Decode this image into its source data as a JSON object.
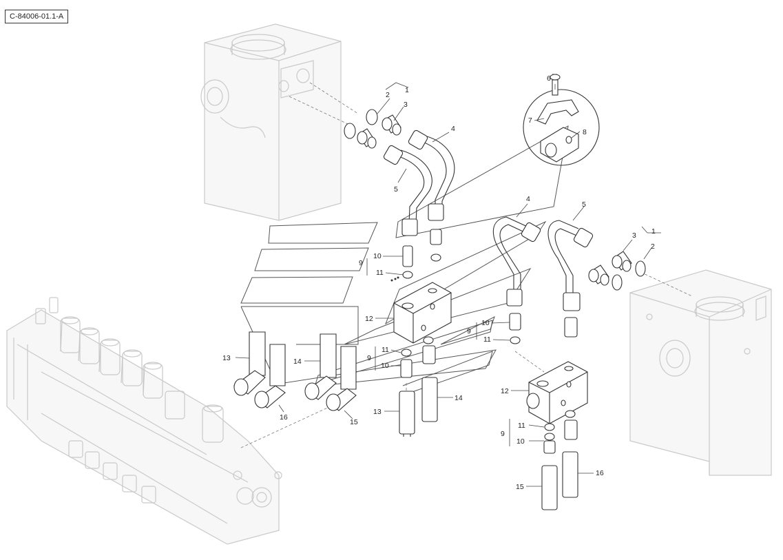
{
  "document": {
    "id": "C-84006-01.1-A"
  },
  "callouts": {
    "c1a": "1",
    "c2a": "2",
    "c3a": "3",
    "c4a": "4",
    "c5a": "5",
    "c6": "6",
    "c7": "7",
    "c8": "8",
    "c4b": "4",
    "c5b": "5",
    "c1b": "1",
    "c3b": "3",
    "c2b": "2",
    "c9a": "9",
    "c10a": "10",
    "c11a": "11",
    "c12a": "12",
    "c10b": "10",
    "c9b": "9",
    "c11b": "11",
    "c11c": "11",
    "c9c": "9",
    "c10c": "10",
    "c13a": "13",
    "c14a": "14",
    "c16a": "16",
    "c15a": "15",
    "c13b": "13",
    "c14b": "14",
    "c12b": "12",
    "c11d": "11",
    "c9d": "9",
    "c10d": "10",
    "c16b": "16",
    "c15b": "15"
  }
}
